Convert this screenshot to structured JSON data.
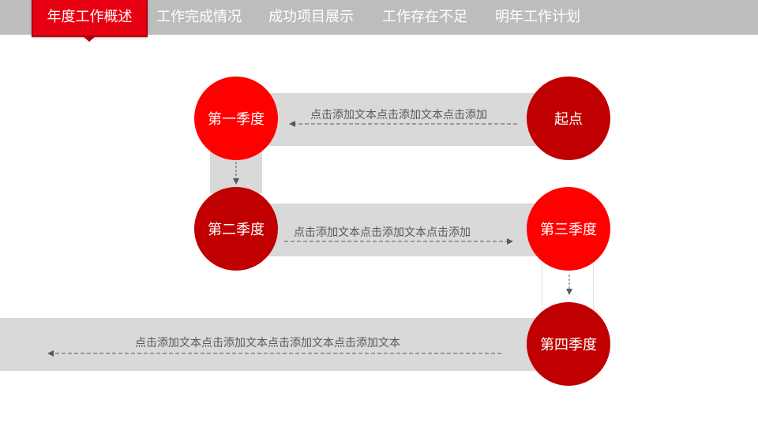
{
  "nav": {
    "tabs": [
      "年度工作概述",
      "工作完成情况",
      "成功项目展示",
      "工作存在不足",
      "明年工作计划"
    ],
    "active": 0
  },
  "flow": {
    "start": "起点",
    "q1": "第一季度",
    "q2": "第二季度",
    "q3": "第三季度",
    "q4": "第四季度",
    "text1": "点击添加文本点击添加文本点击添加",
    "text2": "点击添加文本点击添加文本点击添加",
    "text3": "点击添加文本点击添加文本点击添加文本点击添加文本"
  },
  "colors": {
    "bright": "#ff0000",
    "dark": "#c00000",
    "band": "#d9d9d9",
    "nav": "#bdbdbd",
    "active_tab": "#e60012"
  }
}
